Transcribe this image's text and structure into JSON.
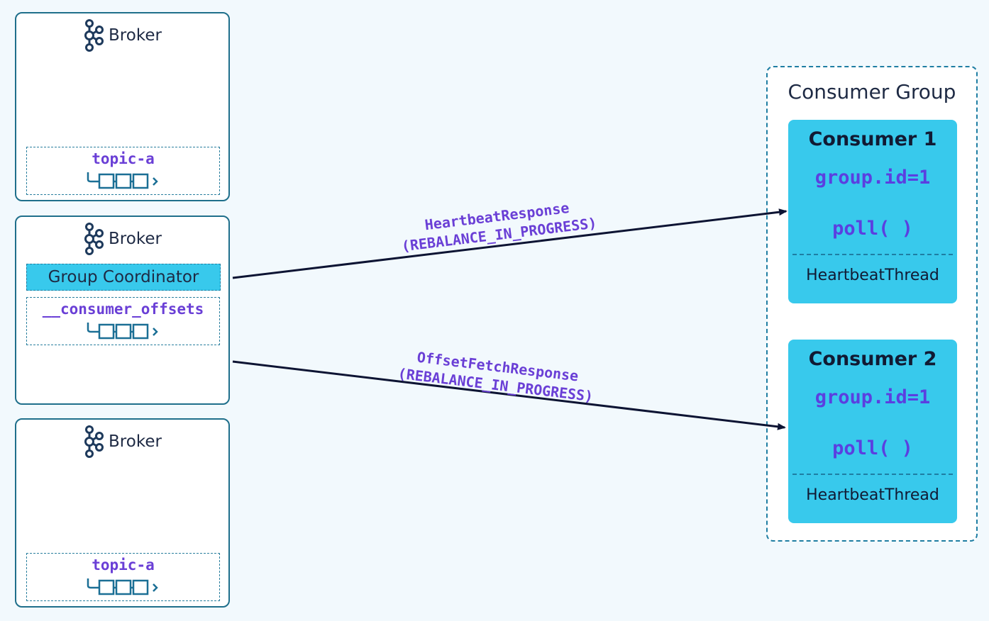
{
  "brokers": [
    {
      "label": "Broker",
      "topic": "topic-a"
    },
    {
      "label": "Broker",
      "coordinator": "Group Coordinator",
      "topic": "__consumer_offsets"
    },
    {
      "label": "Broker",
      "topic": "topic-a"
    }
  ],
  "consumer_group": {
    "title": "Consumer Group",
    "consumers": [
      {
        "name": "Consumer 1",
        "group_id": "group.id=1",
        "poll": "poll( )",
        "thread": "HeartbeatThread"
      },
      {
        "name": "Consumer 2",
        "group_id": "group.id=1",
        "poll": "poll( )",
        "thread": "HeartbeatThread"
      }
    ]
  },
  "messages": [
    {
      "line1": "HeartbeatResponse",
      "line2": "(REBALANCE_IN_PROGRESS)"
    },
    {
      "line1": "OffsetFetchResponse",
      "line2": "(REBALANCE_IN_PROGRESS)"
    }
  ],
  "colors": {
    "accent": "#38c9ec",
    "code": "#6a3fd6",
    "border": "#1f6f8b",
    "arrow": "#0d1433"
  }
}
